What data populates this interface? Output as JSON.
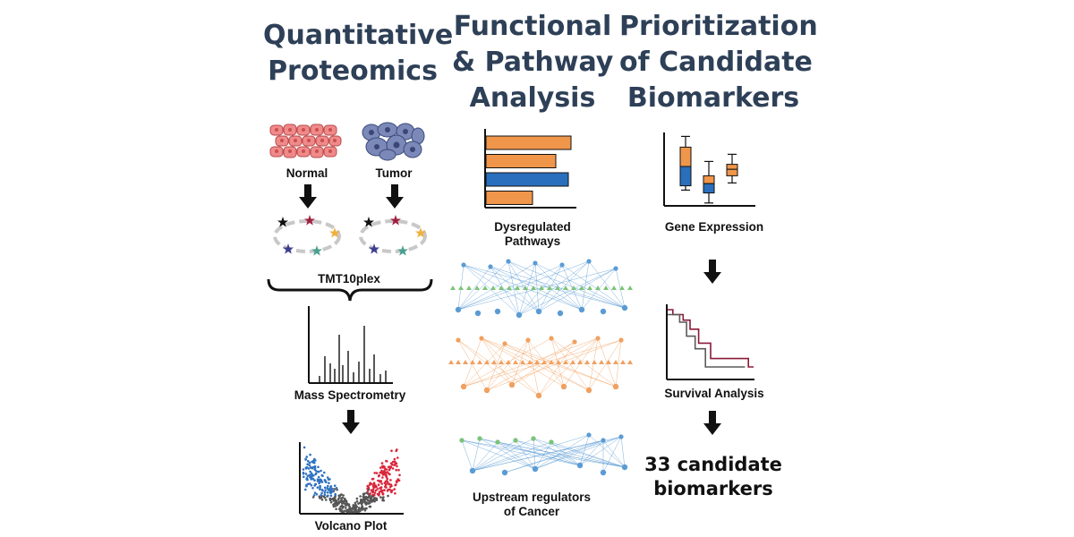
{
  "columns": [
    {
      "title_lines": [
        "Quantitative",
        "Proteomics"
      ]
    },
    {
      "title_lines": [
        "Functional",
        "& Pathway",
        "Analysis"
      ]
    },
    {
      "title_lines": [
        "Prioritization",
        "of Candidate",
        "Biomarkers"
      ]
    }
  ],
  "proteomics": {
    "normal_label": "Normal",
    "tumor_label": "Tumor",
    "tmt_label": "TMT10plex",
    "ms_label": "Mass Spectrometry",
    "volcano_label": "Volcano Plot"
  },
  "pathway": {
    "dysregulated_label_lines": [
      "Dysregulated",
      "Pathways"
    ],
    "upstream_label_lines": [
      "Upstream regulators",
      "of Cancer"
    ]
  },
  "biomarkers": {
    "gene_expression_label": "Gene Expression",
    "survival_label": "Survival Analysis",
    "result_lines": [
      "33 candidate",
      "biomarkers"
    ]
  },
  "colors": {
    "title": "#2e4057",
    "orange": "#f0964a",
    "blue": "#2a6fbd",
    "network_blue": "#5b9bd5",
    "network_orange": "#f0a060",
    "network_green": "#7cc576",
    "survival_red": "#8b1a3a",
    "normal_cell": "#f08a8a",
    "tumor_cell": "#7b89b8",
    "volcano_red": "#d9263b",
    "volcano_blue": "#2f72c0",
    "volcano_grey": "#555555"
  },
  "chart_data": [
    {
      "type": "bar",
      "name_hint": "dysregulated-pathways-bars",
      "orientation": "horizontal",
      "values": [
        0.95,
        0.78,
        0.92,
        0.52
      ],
      "bar_colors": [
        "#f0964a",
        "#f0964a",
        "#2a6fbd",
        "#f0964a"
      ]
    },
    {
      "type": "boxplot",
      "name_hint": "gene-expression-boxplot",
      "boxes": [
        {
          "whisker_low": 0.22,
          "q1": 0.28,
          "median": 0.55,
          "q3": 0.82,
          "whisker_high": 0.97,
          "upper_color": "#f0964a",
          "lower_color": "#2a6fbd"
        },
        {
          "whisker_low": 0.04,
          "q1": 0.18,
          "median": 0.31,
          "q3": 0.42,
          "whisker_high": 0.62,
          "upper_color": "#f0964a",
          "lower_color": "#2a6fbd"
        },
        {
          "whisker_low": 0.32,
          "q1": 0.42,
          "median": 0.51,
          "q3": 0.58,
          "whisker_high": 0.72,
          "upper_color": "#f0964a",
          "lower_color": "#f0964a"
        }
      ]
    },
    {
      "type": "line",
      "name_hint": "survival-curves",
      "series": [
        {
          "color": "#8b1a3a",
          "points": [
            [
              0,
              1.0
            ],
            [
              0.06,
              1.0
            ],
            [
              0.06,
              0.93
            ],
            [
              0.18,
              0.93
            ],
            [
              0.18,
              0.85
            ],
            [
              0.26,
              0.85
            ],
            [
              0.26,
              0.72
            ],
            [
              0.36,
              0.72
            ],
            [
              0.36,
              0.52
            ],
            [
              0.5,
              0.52
            ],
            [
              0.5,
              0.3
            ],
            [
              0.94,
              0.3
            ],
            [
              0.94,
              0.18
            ],
            [
              1.0,
              0.18
            ]
          ]
        },
        {
          "color": "#5a5a5a",
          "points": [
            [
              0,
              0.93
            ],
            [
              0.14,
              0.93
            ],
            [
              0.14,
              0.82
            ],
            [
              0.22,
              0.82
            ],
            [
              0.22,
              0.62
            ],
            [
              0.32,
              0.62
            ],
            [
              0.32,
              0.44
            ],
            [
              0.44,
              0.44
            ],
            [
              0.44,
              0.18
            ],
            [
              0.9,
              0.18
            ]
          ]
        }
      ]
    }
  ]
}
